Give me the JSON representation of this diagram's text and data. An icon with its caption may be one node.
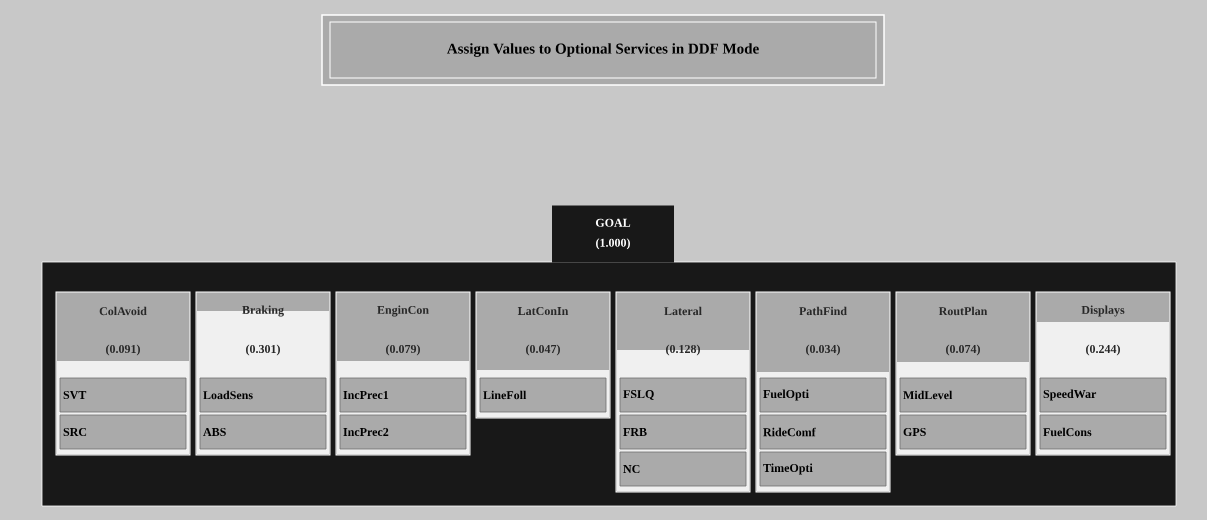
{
  "diagram": {
    "nodes": [
      {
        "text": [
          "Assign Values to Optional Services in DDF Mode"
        ]
      },
      {
        "text": [
          "GOAL",
          "(1.000)"
        ]
      },
      {
        "text": [],
        "shape": "box"
      },
      {
        "text": [
          "ColAvoid",
          "(0.091)"
        ],
        "in": 2
      },
      {
        "text": [
          "SVT"
        ],
        "in": 3
      },
      {
        "text": [
          "SRC"
        ],
        "in": 3
      },
      {
        "text": [
          "Braking",
          "(0.301)"
        ],
        "in": 2
      },
      {
        "text": [
          "LoadSens"
        ],
        "in": 6
      },
      {
        "text": [
          "ABS"
        ],
        "in": 6
      },
      {
        "text": [
          "EnginCon",
          "(0.079)"
        ],
        "in": 2
      },
      {
        "text": [
          "IncPrec1"
        ],
        "in": 9
      },
      {
        "text": [
          "IncPrec2"
        ],
        "in": 9
      },
      {
        "text": [
          "LatConIn",
          "(0.047)"
        ],
        "in": 2
      },
      {
        "text": [
          "LineFoll"
        ],
        "in": 12
      },
      {
        "text": [
          "Lateral",
          "(0.128)"
        ],
        "in": 2
      },
      {
        "text": [
          "FSLQ"
        ],
        "in": 14
      },
      {
        "text": [
          "FRB"
        ],
        "in": 14
      },
      {
        "text": [
          "NC"
        ],
        "in": 14
      },
      {
        "text": [
          "PathFind",
          "(0.034)"
        ],
        "in": 2
      },
      {
        "text": [
          "FuelOpti"
        ],
        "in": 18
      },
      {
        "text": [
          "RideComf"
        ],
        "in": 18
      },
      {
        "text": [
          "TimeOpti"
        ],
        "in": 18
      },
      {
        "text": [
          "RoutPlan",
          "(0.074)"
        ],
        "in": 2
      },
      {
        "text": [
          "MidLevel"
        ],
        "in": 22
      },
      {
        "text": [
          "GPS"
        ],
        "in": 22
      },
      {
        "text": [
          "Displays",
          "(0.244)"
        ],
        "in": 2
      },
      {
        "text": [
          "SpeedWar"
        ],
        "in": 25
      },
      {
        "text": [
          "FuelCons"
        ],
        "in": 25
      }
    ]
  }
}
